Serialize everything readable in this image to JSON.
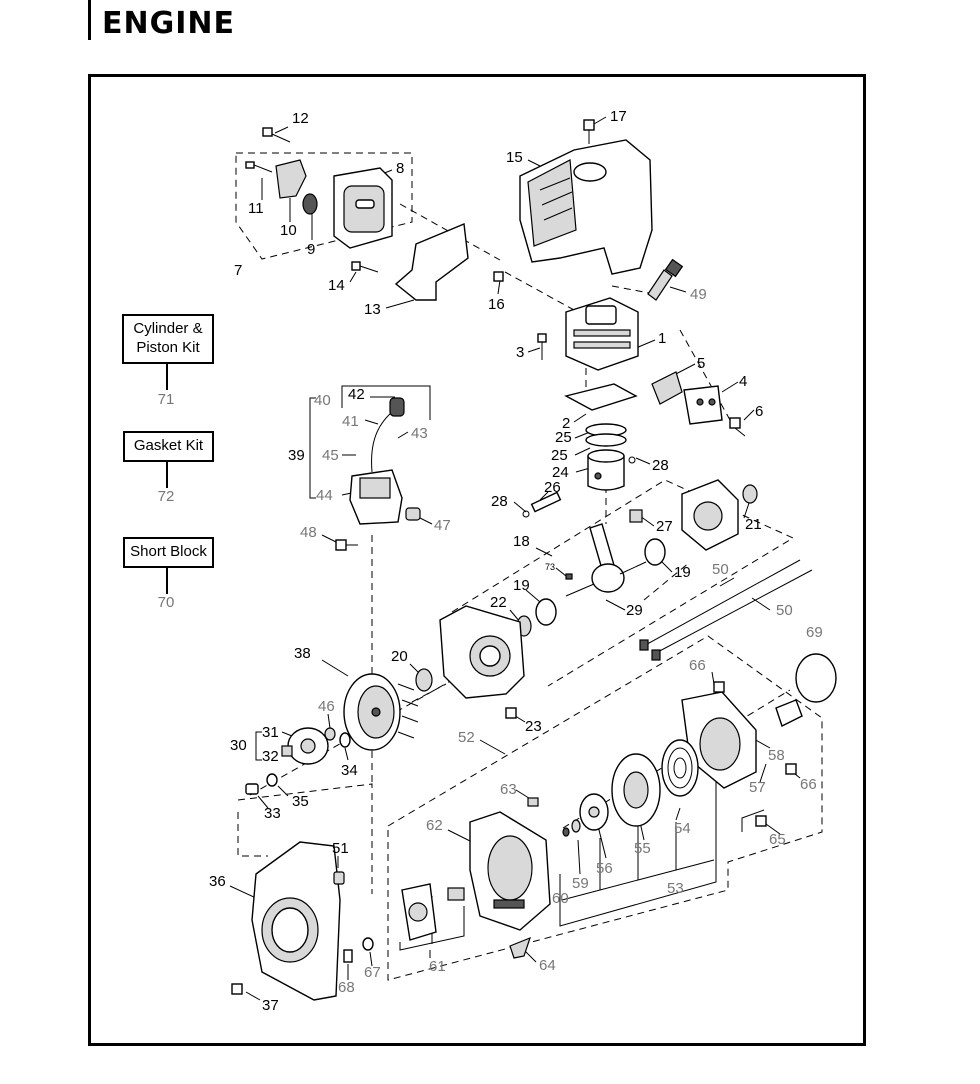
{
  "header": {
    "title": "ENGINE"
  },
  "kits": [
    {
      "label": "Cylinder & Piston Kit",
      "number": "71"
    },
    {
      "label": "Gasket Kit",
      "number": "72"
    },
    {
      "label": "Short Block",
      "number": "70"
    }
  ],
  "callouts": [
    {
      "id": "c12",
      "text": "12",
      "gray": false
    },
    {
      "id": "c17",
      "text": "17",
      "gray": false
    },
    {
      "id": "c15",
      "text": "15",
      "gray": false
    },
    {
      "id": "c8",
      "text": "8",
      "gray": false
    },
    {
      "id": "c11",
      "text": "11",
      "gray": false
    },
    {
      "id": "c10",
      "text": "10",
      "gray": false
    },
    {
      "id": "c9",
      "text": "9",
      "gray": false
    },
    {
      "id": "c7",
      "text": "7",
      "gray": false
    },
    {
      "id": "c14",
      "text": "14",
      "gray": false
    },
    {
      "id": "c13",
      "text": "13",
      "gray": false
    },
    {
      "id": "c16",
      "text": "16",
      "gray": false
    },
    {
      "id": "c49",
      "text": "49",
      "gray": true
    },
    {
      "id": "c1",
      "text": "1",
      "gray": false
    },
    {
      "id": "c3",
      "text": "3",
      "gray": false
    },
    {
      "id": "c5",
      "text": "5",
      "gray": false
    },
    {
      "id": "c4",
      "text": "4",
      "gray": false
    },
    {
      "id": "c6",
      "text": "6",
      "gray": false
    },
    {
      "id": "c2",
      "text": "2",
      "gray": false
    },
    {
      "id": "c25a",
      "text": "25",
      "gray": false
    },
    {
      "id": "c25b",
      "text": "25",
      "gray": false
    },
    {
      "id": "c24",
      "text": "24",
      "gray": false
    },
    {
      "id": "c28a",
      "text": "28",
      "gray": false
    },
    {
      "id": "c26",
      "text": "26",
      "gray": false
    },
    {
      "id": "c28b",
      "text": "28",
      "gray": false
    },
    {
      "id": "c40",
      "text": "40",
      "gray": true
    },
    {
      "id": "c42",
      "text": "42",
      "gray": false
    },
    {
      "id": "c41",
      "text": "41",
      "gray": true
    },
    {
      "id": "c43",
      "text": "43",
      "gray": true
    },
    {
      "id": "c39",
      "text": "39",
      "gray": false
    },
    {
      "id": "c45",
      "text": "45",
      "gray": true
    },
    {
      "id": "c44",
      "text": "44",
      "gray": true
    },
    {
      "id": "c47",
      "text": "47",
      "gray": true
    },
    {
      "id": "c48",
      "text": "48",
      "gray": true
    },
    {
      "id": "c27",
      "text": "27",
      "gray": false
    },
    {
      "id": "c21",
      "text": "21",
      "gray": false
    },
    {
      "id": "c18",
      "text": "18",
      "gray": false
    },
    {
      "id": "c73",
      "text": "73",
      "gray": false
    },
    {
      "id": "c19a",
      "text": "19",
      "gray": false
    },
    {
      "id": "c19b",
      "text": "19",
      "gray": false
    },
    {
      "id": "c50a",
      "text": "50",
      "gray": true
    },
    {
      "id": "c50b",
      "text": "50",
      "gray": true
    },
    {
      "id": "c22",
      "text": "22",
      "gray": false
    },
    {
      "id": "c29",
      "text": "29",
      "gray": false
    },
    {
      "id": "c69",
      "text": "69",
      "gray": true
    },
    {
      "id": "c38",
      "text": "38",
      "gray": false
    },
    {
      "id": "c20",
      "text": "20",
      "gray": false
    },
    {
      "id": "c66a",
      "text": "66",
      "gray": true
    },
    {
      "id": "c46",
      "text": "46",
      "gray": true
    },
    {
      "id": "c31",
      "text": "31",
      "gray": false
    },
    {
      "id": "c30",
      "text": "30",
      "gray": false
    },
    {
      "id": "c32",
      "text": "32",
      "gray": false
    },
    {
      "id": "c34",
      "text": "34",
      "gray": false
    },
    {
      "id": "c23",
      "text": "23",
      "gray": false
    },
    {
      "id": "c52",
      "text": "52",
      "gray": true
    },
    {
      "id": "c58",
      "text": "58",
      "gray": true
    },
    {
      "id": "c66b",
      "text": "66",
      "gray": true
    },
    {
      "id": "c57",
      "text": "57",
      "gray": true
    },
    {
      "id": "c35",
      "text": "35",
      "gray": false
    },
    {
      "id": "c33",
      "text": "33",
      "gray": false
    },
    {
      "id": "c63",
      "text": "63",
      "gray": true
    },
    {
      "id": "c62",
      "text": "62",
      "gray": true
    },
    {
      "id": "c54",
      "text": "54",
      "gray": true
    },
    {
      "id": "c65",
      "text": "65",
      "gray": true
    },
    {
      "id": "c51",
      "text": "51",
      "gray": false
    },
    {
      "id": "c55",
      "text": "55",
      "gray": true
    },
    {
      "id": "c56",
      "text": "56",
      "gray": true
    },
    {
      "id": "c59",
      "text": "59",
      "gray": true
    },
    {
      "id": "c53",
      "text": "53",
      "gray": true
    },
    {
      "id": "c36",
      "text": "36",
      "gray": false
    },
    {
      "id": "c60",
      "text": "60",
      "gray": true
    },
    {
      "id": "c61",
      "text": "61",
      "gray": true
    },
    {
      "id": "c64",
      "text": "64",
      "gray": true
    },
    {
      "id": "c67",
      "text": "67",
      "gray": true
    },
    {
      "id": "c68",
      "text": "68",
      "gray": true
    },
    {
      "id": "c37",
      "text": "37",
      "gray": false
    }
  ]
}
